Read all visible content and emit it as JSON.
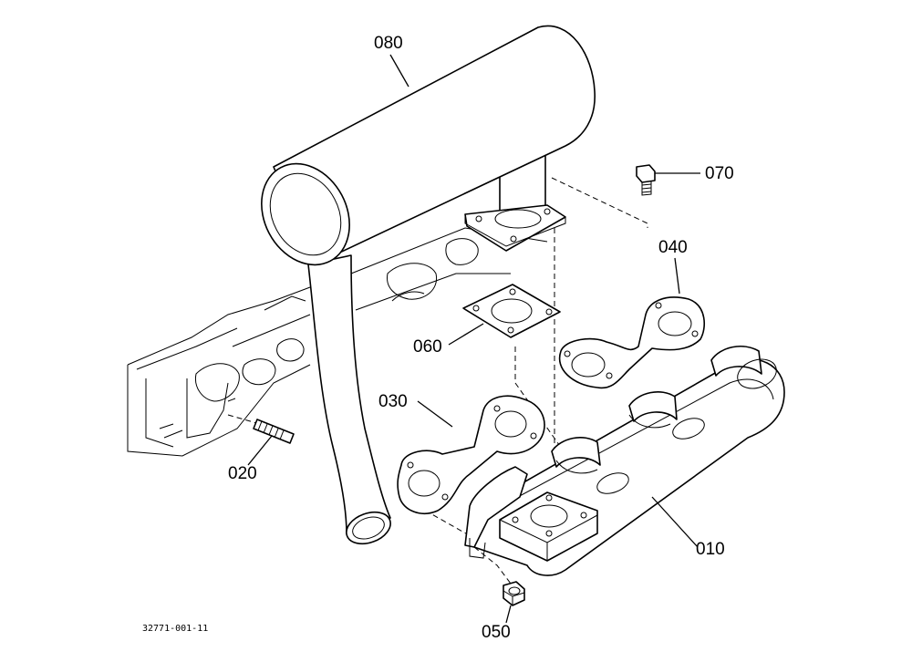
{
  "labels": {
    "p080": "080",
    "p070": "070",
    "p040": "040",
    "p060": "060",
    "p030": "030",
    "p020": "020",
    "p010": "010",
    "p050": "050"
  },
  "figure_code": "32771-001-11"
}
